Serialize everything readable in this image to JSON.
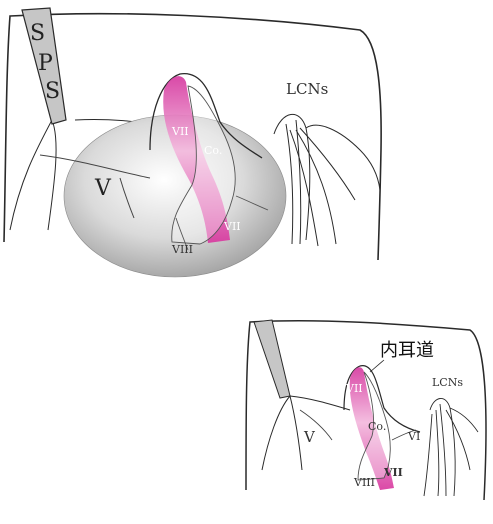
{
  "top_diagram": {
    "sps_letters": [
      "S",
      "P",
      "S"
    ],
    "lcns": "LCNs",
    "v": "V",
    "vii_upper": "VII",
    "co": "Co.",
    "vii_lower": "VII",
    "viii": "VIII"
  },
  "bottom_diagram": {
    "meatus": "内耳道",
    "lcns": "LCNs",
    "v": "V",
    "vii_upper": "VII",
    "co": "Co.",
    "vi": "VI",
    "vii_lower": "VII",
    "viii": "VIII"
  },
  "colors": {
    "tumor_gray": "#b8b8b8",
    "nerve_pink": "#e23fa8",
    "sinus_gray": "#c6c6c6",
    "line": "#2a2a2a"
  }
}
